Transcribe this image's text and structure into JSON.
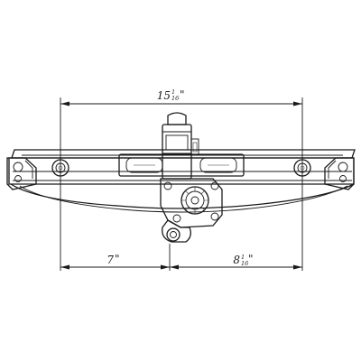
{
  "dimensions": {
    "overall": {
      "whole": "15",
      "num": "1",
      "den": "16",
      "mark": "\""
    },
    "left": {
      "whole": "7",
      "mark": "\""
    },
    "right": {
      "whole": "8",
      "num": "1",
      "den": "16",
      "mark": "\""
    }
  }
}
